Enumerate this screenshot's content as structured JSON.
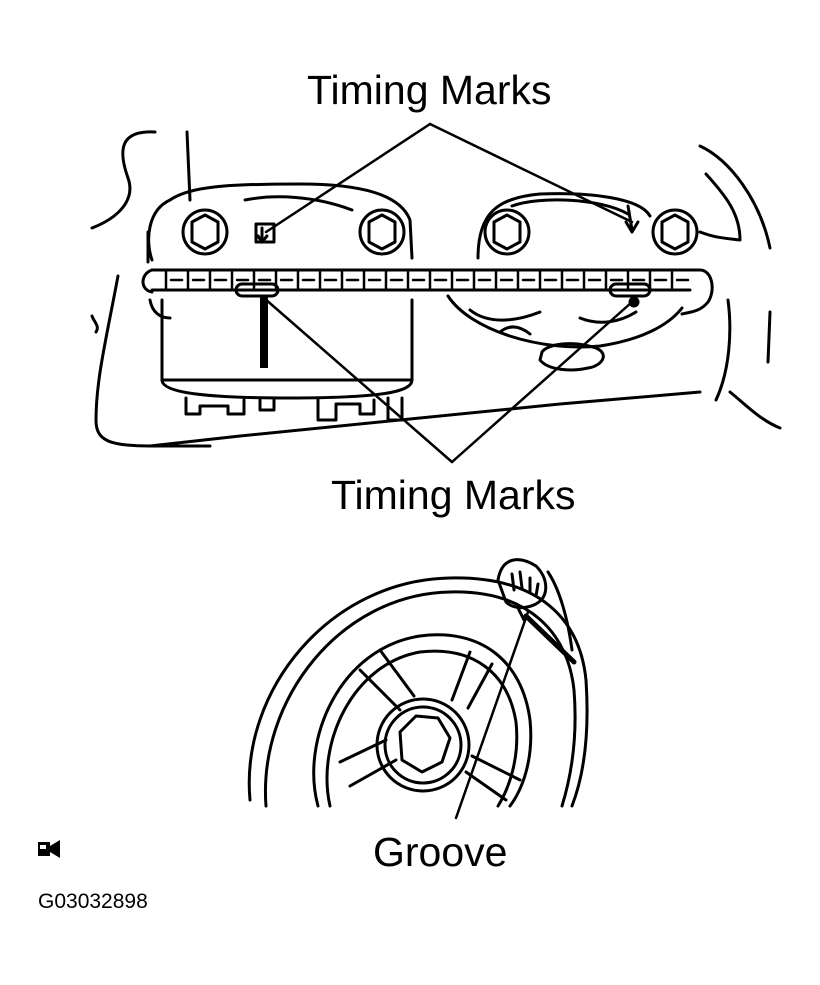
{
  "labels": {
    "timing_marks_top": "Timing Marks",
    "timing_marks_bottom": "Timing Marks",
    "groove": "Groove"
  },
  "figure_id": "G03032898",
  "icons": [
    "camera-icon"
  ],
  "colors": {
    "ink": "#000000",
    "paper": "#ffffff"
  }
}
